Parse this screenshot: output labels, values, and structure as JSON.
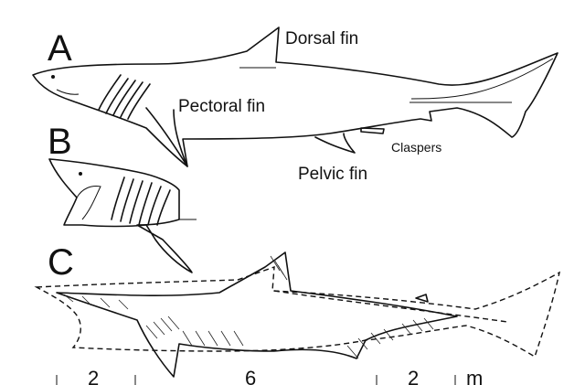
{
  "panels": {
    "a": "A",
    "b": "B",
    "c": "C"
  },
  "labels": {
    "dorsal_fin": "Dorsal fin",
    "pectoral_fin": "Pectoral fin",
    "claspers": "Claspers",
    "pelvic_fin": "Pelvic fin"
  },
  "scale_bar": {
    "seg1": "2",
    "seg2": "6",
    "seg3": "2",
    "unit": "m"
  }
}
